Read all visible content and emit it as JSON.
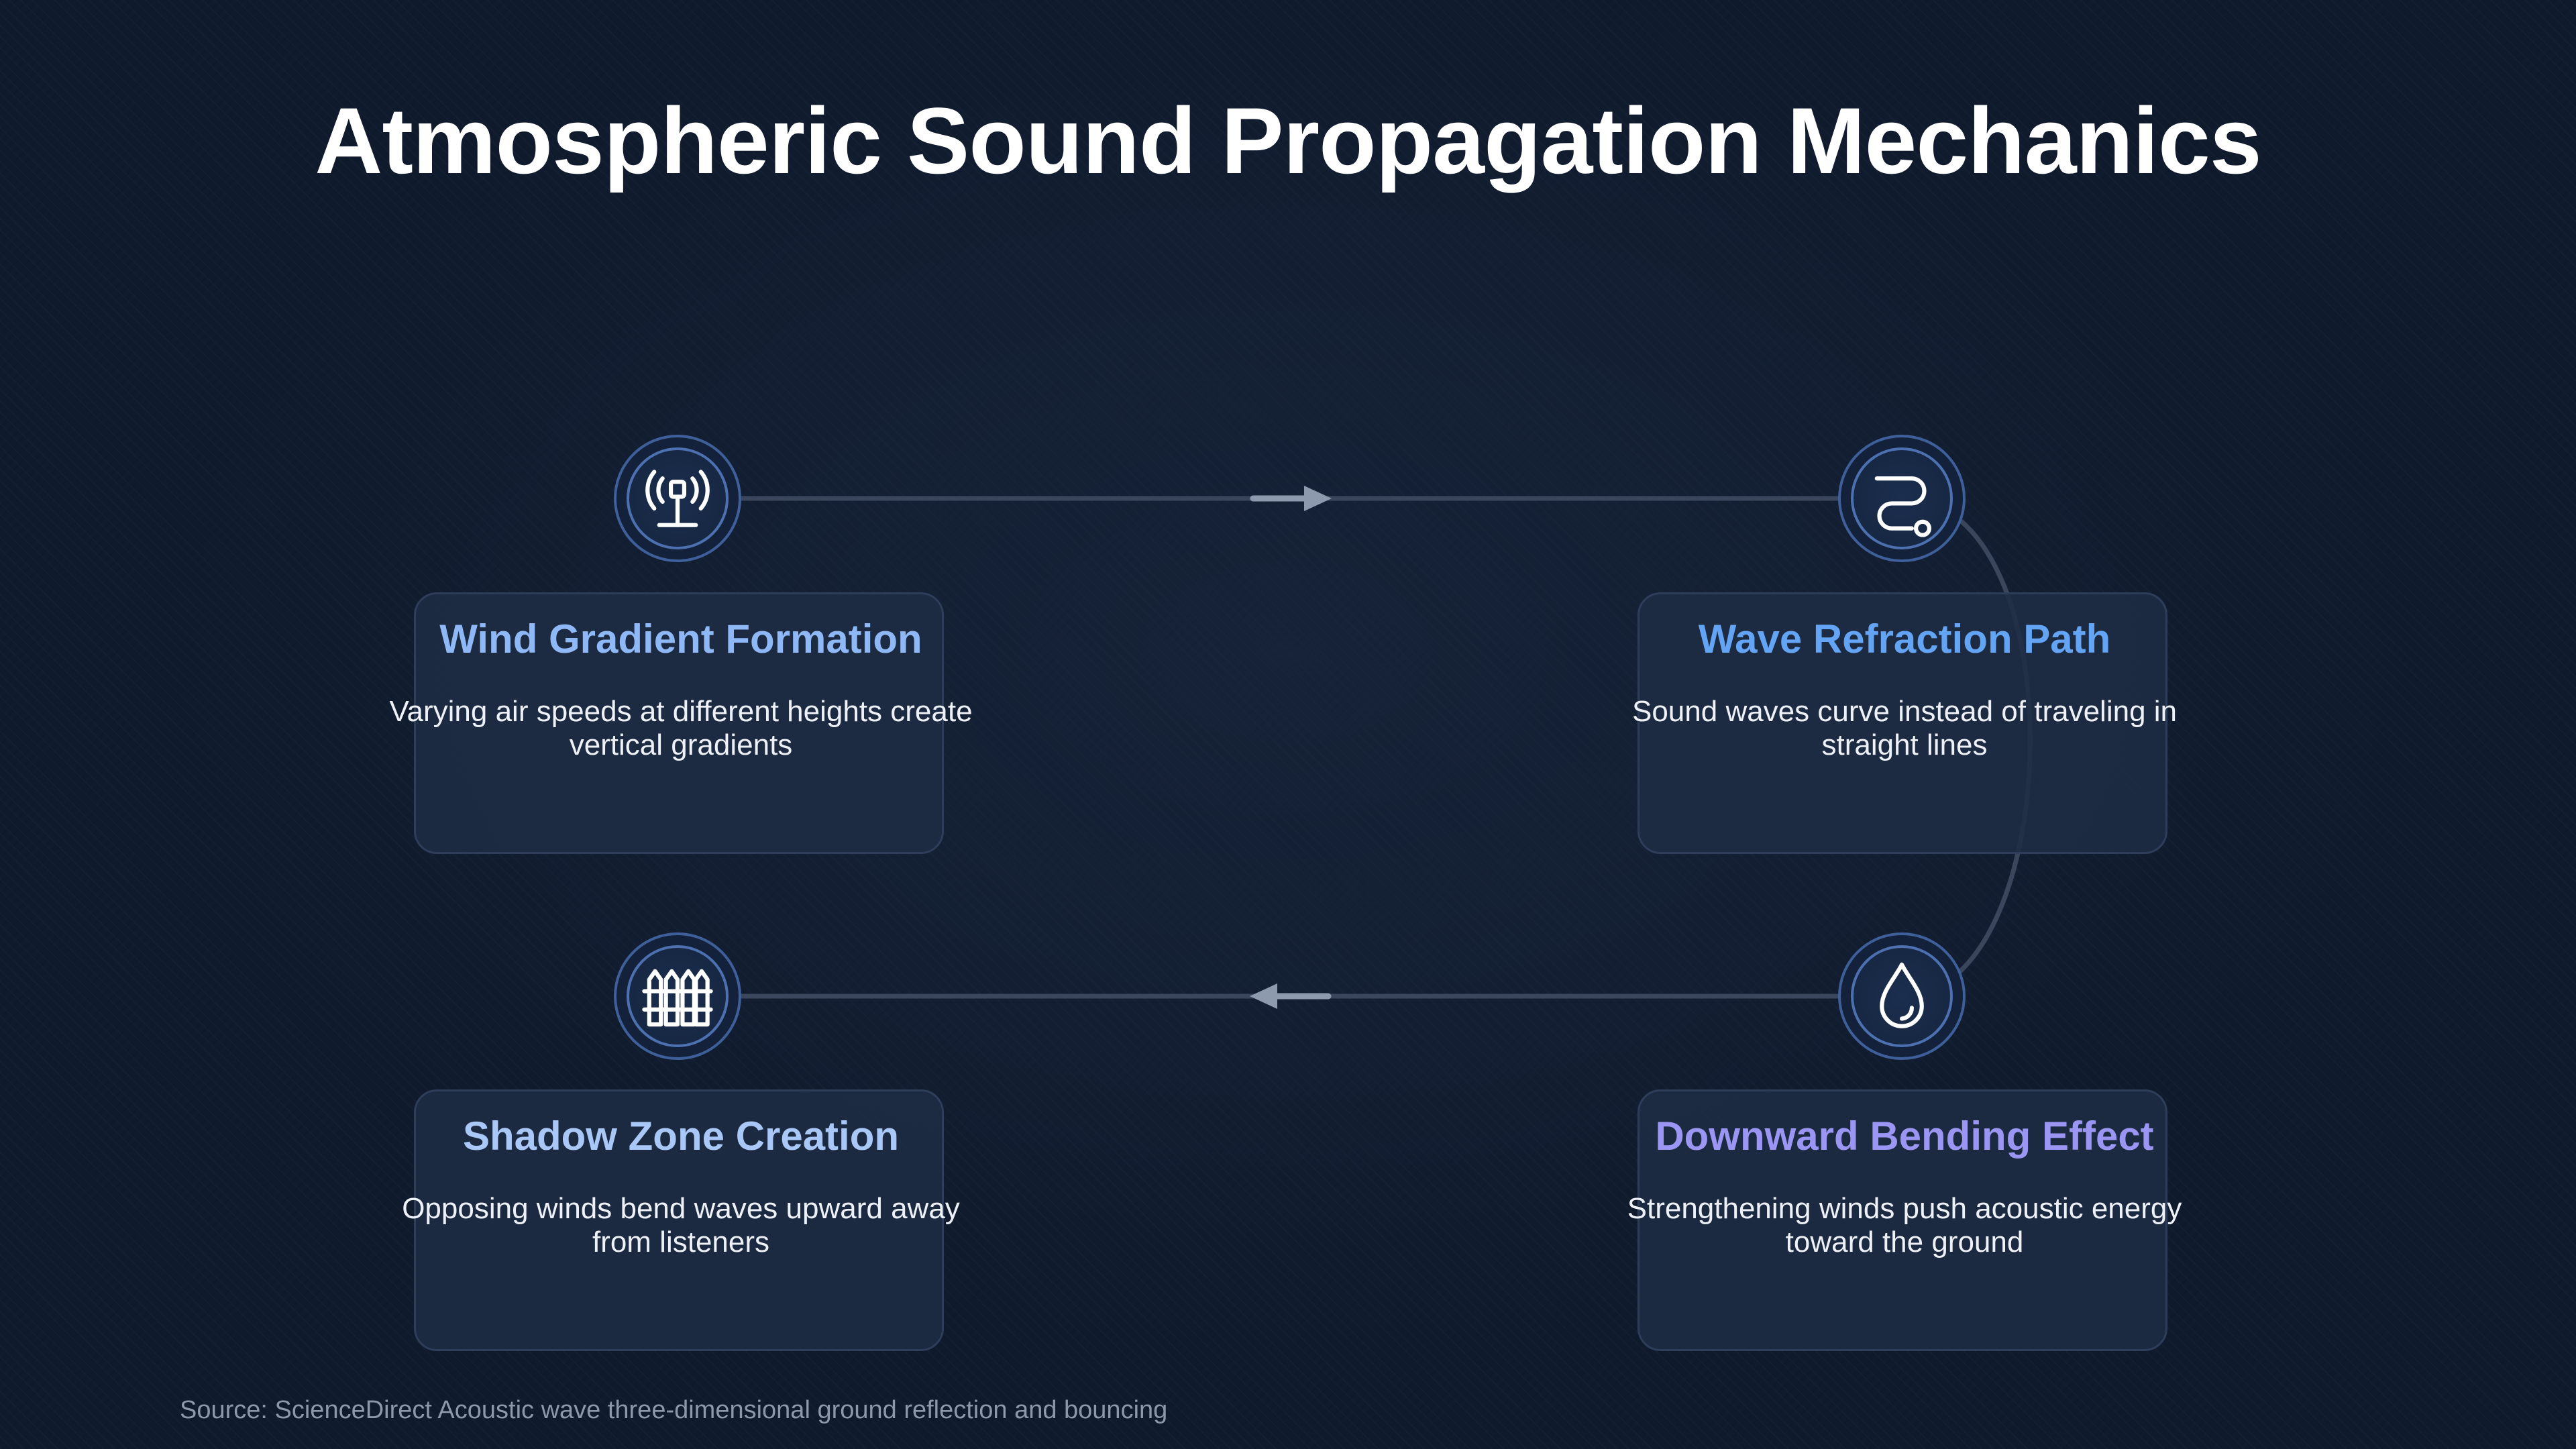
{
  "title": "Atmospheric Sound Propagation Mechanics",
  "steps": [
    {
      "title": "Wind Gradient Formation",
      "description": "Varying air speeds at different heights create vertical gradients",
      "icon": "antenna-tower-icon",
      "color": "#8fb9f6"
    },
    {
      "title": "Wave Refraction Path",
      "description": "Sound waves curve instead of traveling in straight lines",
      "icon": "curved-path-icon",
      "color": "#63a4f4"
    },
    {
      "title": "Downward Bending Effect",
      "description": "Strengthening winds push acoustic energy toward the ground",
      "icon": "droplet-icon",
      "color": "#9b96f3"
    },
    {
      "title": "Shadow Zone Creation",
      "description": "Opposing winds bend waves upward away from listeners",
      "icon": "fence-icon",
      "color": "#a9c8f7"
    }
  ],
  "source": "Source: ScienceDirect Acoustic wave three-dimensional ground reflection and bouncing",
  "colors": {
    "background": "#0f1a2c",
    "card": "#1e2c44",
    "connector": "#39465c",
    "arrow": "#8d99ad",
    "icon_ring": "#4c70b0"
  }
}
